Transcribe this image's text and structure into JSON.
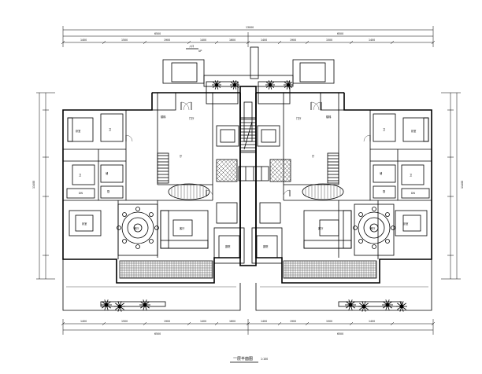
{
  "drawing": {
    "title": "一层平面图",
    "scale": "1:100",
    "ink_color": "#000000",
    "paper_color": "#ffffff"
  },
  "dimensions": {
    "top_overall": "13000",
    "top_halves": [
      "6500",
      "6500"
    ],
    "top_segments": [
      "1400",
      "1500",
      "1900",
      "1400",
      "1600",
      "1400",
      "1900",
      "1500",
      "1400"
    ],
    "bottom_overall": "13000",
    "bottom_halves": [
      "6500",
      "6500"
    ],
    "bottom_segments": [
      "1400",
      "1500",
      "1900",
      "1400",
      "1600",
      "1400",
      "1900",
      "1500",
      "1400"
    ],
    "left_overall": "11400",
    "right_overall": "11400"
  },
  "rooms": {
    "left": {
      "bedroom1": "卧室",
      "bath": "卫",
      "stair": "楼梯",
      "lobby": "门厅",
      "hall": "厅",
      "kitchen": "厨",
      "dining": "餐厅",
      "living": "客厅",
      "bedroom2": "卧室",
      "court": "庭院",
      "storage": "储",
      "wc": "卫",
      "dn": "DN"
    },
    "right": {
      "bedroom1": "卧室",
      "bath": "卫",
      "stair": "楼梯",
      "lobby": "门厅",
      "hall": "厅",
      "kitchen": "厨",
      "dining": "餐厅",
      "living": "客厅",
      "bedroom2": "卧室",
      "court": "庭院",
      "storage": "储",
      "wc": "卫",
      "dn": "DN"
    },
    "top_label": "入口",
    "top_label_sub": "UP"
  },
  "icons": {
    "trees": "shrub-plan-symbol",
    "tables": "round-dining-table-symbol",
    "sofa": "sofa-set-symbol",
    "bed": "double-bed-symbol"
  }
}
